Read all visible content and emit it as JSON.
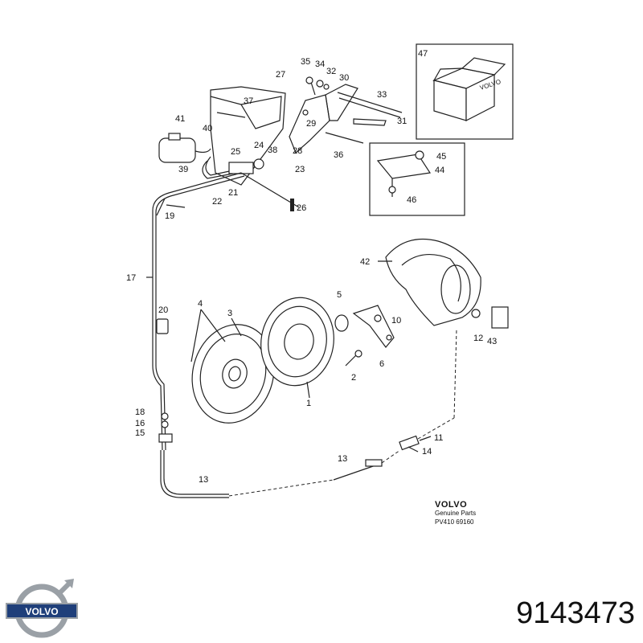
{
  "callouts": [
    "1",
    "2",
    "3",
    "4",
    "5",
    "6",
    "10",
    "11",
    "12",
    "13",
    "14",
    "15",
    "16",
    "17",
    "18",
    "19",
    "20",
    "21",
    "22",
    "23",
    "24",
    "25",
    "26",
    "27",
    "28",
    "29",
    "30",
    "31",
    "32",
    "33",
    "34",
    "35",
    "36",
    "37",
    "38",
    "39",
    "40",
    "41",
    "42",
    "43",
    "44",
    "45",
    "46",
    "47"
  ],
  "labels": {
    "n47": "47",
    "n35": "35",
    "n34": "34",
    "n32": "32",
    "n27": "27",
    "n30": "30",
    "n33": "33",
    "n37": "37",
    "n31": "31",
    "n41": "41",
    "n40": "40",
    "n29": "29",
    "n24": "24",
    "n25": "25",
    "n38": "38",
    "n28": "28",
    "n36": "36",
    "n45": "45",
    "n39": "39",
    "n23": "23",
    "n44": "44",
    "n21": "21",
    "n22": "22",
    "n26": "26",
    "n46": "46",
    "n19": "19",
    "n42": "42",
    "n17": "17",
    "n5": "5",
    "n4": "4",
    "n3": "3",
    "n20": "20",
    "n10": "10",
    "n12": "12",
    "n43": "43",
    "n6": "6",
    "n2": "2",
    "n1": "1",
    "n18": "18",
    "n16": "16",
    "n15": "15",
    "n11": "11",
    "n14": "14",
    "n13a": "13",
    "n13b": "13"
  },
  "box_brand": "VOLVO",
  "footer": {
    "brand": "VOLVO",
    "subtitle": "Genuine Parts",
    "code": "PV410 69160"
  },
  "logo_brand": "VOLVO",
  "part_number": "9143473",
  "colors": {
    "ink": "#222222",
    "logo_blue": "#1f3f7a",
    "logo_silver": "#9aa0a6"
  }
}
